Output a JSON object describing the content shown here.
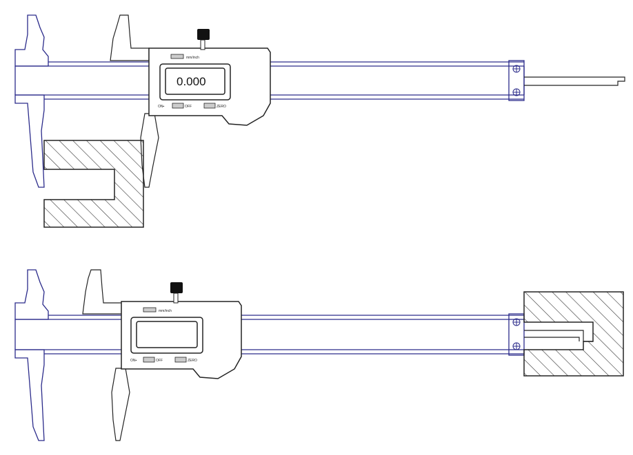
{
  "colors": {
    "outline_blue": "#2a2a8a",
    "outline_black": "#222222",
    "background": "#ffffff",
    "knob": "#111111",
    "hatch": "#333333"
  },
  "calipers": [
    {
      "display_value": "0.000",
      "labels": {
        "top": "mm/inch",
        "left": "ON▪",
        "mid": "OFF",
        "right": "ZERO"
      }
    },
    {
      "display_value": "",
      "labels": {
        "top": "mm/inch",
        "left": "ON▪",
        "mid": "OFF",
        "right": "ZERO"
      }
    }
  ]
}
